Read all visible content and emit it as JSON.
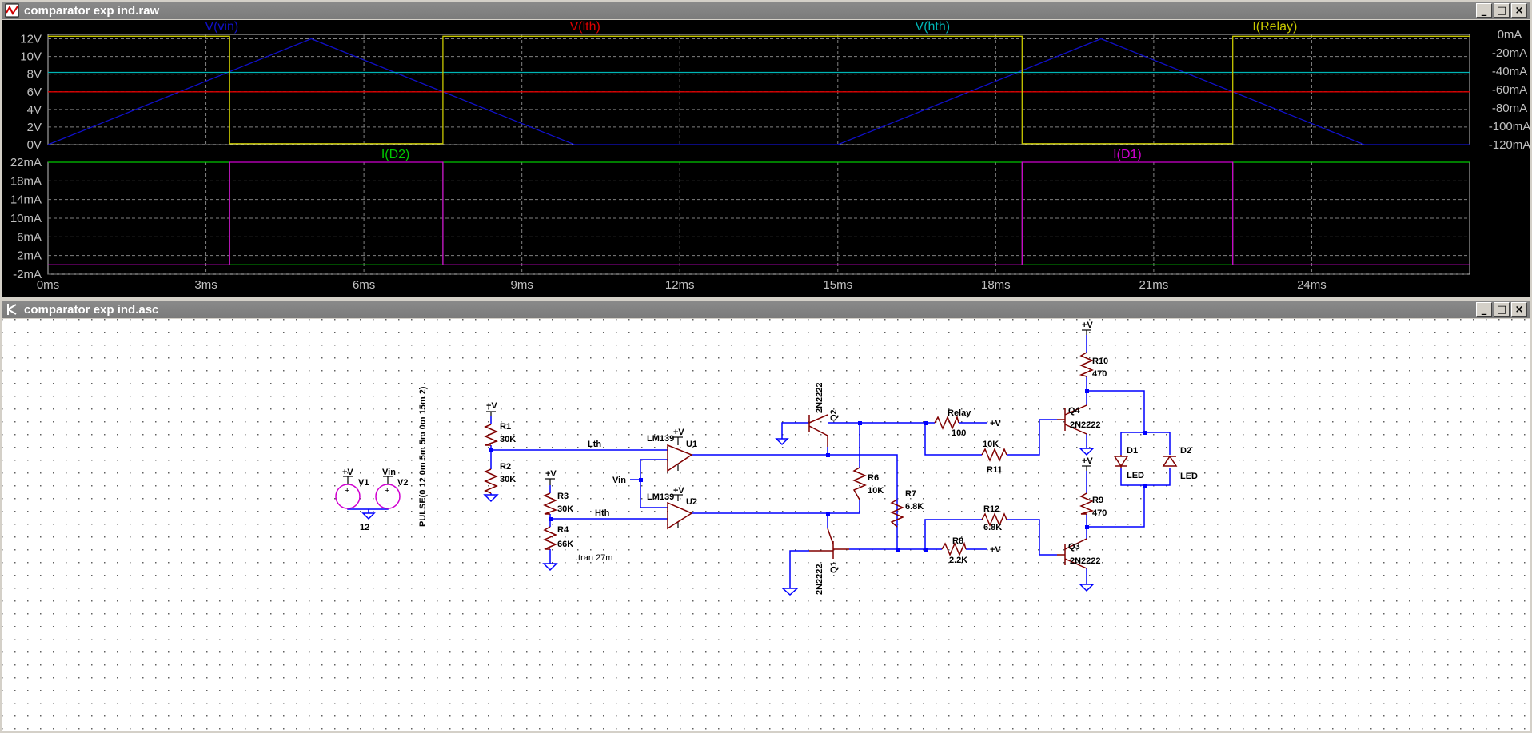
{
  "waveform_window": {
    "title": "comparator exp ind.raw",
    "minimize_label": "_",
    "restore_label": "□",
    "close_label": "×"
  },
  "schematic_window": {
    "title": "comparator exp ind.asc",
    "minimize_label": "_",
    "restore_label": "□",
    "close_label": "×"
  },
  "colors": {
    "vin": "#1010c8",
    "lth": "#e00000",
    "hth": "#00b4b4",
    "relay": "#c8c800",
    "d2": "#00c800",
    "d1": "#d000d0",
    "wire": "#0000ff",
    "component": "#800000",
    "text": "#000000"
  },
  "chart_data": [
    {
      "type": "line",
      "pane": "top",
      "x_range_ms": [
        0,
        27
      ],
      "x_ticks": [
        "0ms",
        "3ms",
        "6ms",
        "9ms",
        "12ms",
        "15ms",
        "18ms",
        "21ms",
        "24ms"
      ],
      "x_tick_values": [
        0,
        3,
        6,
        9,
        12,
        15,
        18,
        21,
        24
      ],
      "ylim": [
        0,
        12.5
      ],
      "y_left_ticks": [
        "0V",
        "2V",
        "4V",
        "6V",
        "8V",
        "10V",
        "12V"
      ],
      "y_left_values": [
        0,
        2,
        4,
        6,
        8,
        10,
        12
      ],
      "y2lim": [
        -120,
        0
      ],
      "y_right_ticks": [
        "-120mA",
        "-100mA",
        "-80mA",
        "-60mA",
        "-40mA",
        "-20mA",
        "0mA"
      ],
      "y_right_values": [
        -120,
        -100,
        -80,
        -60,
        -40,
        -20,
        0
      ],
      "grid": true,
      "series": [
        {
          "name": "V(vin)",
          "axis": "left",
          "color_key": "vin",
          "x": [
            0,
            5,
            10,
            15,
            20,
            25,
            27
          ],
          "y": [
            0,
            12,
            0,
            0,
            12,
            0,
            0
          ]
        },
        {
          "name": "V(lth)",
          "axis": "left",
          "color_key": "lth",
          "x": [
            0,
            27
          ],
          "y": [
            6,
            6
          ]
        },
        {
          "name": "V(hth)",
          "axis": "left",
          "color_key": "hth",
          "x": [
            0,
            27
          ],
          "y": [
            8.2,
            8.2
          ]
        },
        {
          "name": "I(Relay)",
          "axis": "right",
          "color_key": "relay",
          "x": [
            0,
            3.45,
            3.45,
            7.5,
            7.5,
            18.5,
            18.5,
            22.5,
            22.5,
            27
          ],
          "y": [
            -2,
            -2,
            -119,
            -119,
            -2,
            -2,
            -119,
            -119,
            -2,
            -2
          ]
        }
      ]
    },
    {
      "type": "line",
      "pane": "bottom",
      "x_range_ms": [
        0,
        27
      ],
      "x_ticks": [
        "0ms",
        "3ms",
        "6ms",
        "9ms",
        "12ms",
        "15ms",
        "18ms",
        "21ms",
        "24ms"
      ],
      "x_tick_values": [
        0,
        3,
        6,
        9,
        12,
        15,
        18,
        21,
        24
      ],
      "ylim": [
        -2,
        22
      ],
      "y_left_ticks": [
        "-2mA",
        "2mA",
        "6mA",
        "10mA",
        "14mA",
        "18mA",
        "22mA"
      ],
      "y_left_values": [
        -2,
        2,
        6,
        10,
        14,
        18,
        22
      ],
      "grid": true,
      "series": [
        {
          "name": "I(D2)",
          "color_key": "d2",
          "x": [
            0,
            3.45,
            3.45,
            7.5,
            7.5,
            18.5,
            18.5,
            22.5,
            22.5,
            27
          ],
          "y": [
            22,
            22,
            0,
            0,
            22,
            22,
            0,
            0,
            22,
            22
          ]
        },
        {
          "name": "I(D1)",
          "color_key": "d1",
          "x": [
            0,
            3.45,
            3.45,
            7.5,
            7.5,
            18.5,
            18.5,
            22.5,
            22.5,
            27
          ],
          "y": [
            0,
            0,
            22,
            22,
            0,
            0,
            22,
            22,
            0,
            0
          ]
        }
      ]
    }
  ],
  "schematic": {
    "supplies": [
      {
        "name": "V1",
        "value": "12",
        "top_net": "+V"
      },
      {
        "name": "V2",
        "value": "",
        "top_net": "Vin"
      }
    ],
    "pulse_directive": "PULSE(0 12 0m 5m 5m 0m 15m 2)",
    "tran_directive": ".tran 27m",
    "net_labels": {
      "plus_v": "+V",
      "vin": "Vin",
      "lth": "Lth",
      "hth": "Hth"
    },
    "resistors": [
      {
        "name": "R1",
        "value": "30K"
      },
      {
        "name": "R2",
        "value": "30K"
      },
      {
        "name": "R3",
        "value": "30K"
      },
      {
        "name": "R4",
        "value": "66K"
      },
      {
        "name": "R6",
        "value": "10K"
      },
      {
        "name": "R7",
        "value": "6.8K"
      },
      {
        "name": "R8",
        "value": "2.2K"
      },
      {
        "name": "R9",
        "value": "470"
      },
      {
        "name": "R10",
        "value": "470"
      },
      {
        "name": "R11",
        "value": "10K"
      },
      {
        "name": "R12",
        "value": "6.8K"
      },
      {
        "name": "Relay",
        "value": "100"
      }
    ],
    "comparators": [
      {
        "name": "U1",
        "model": "LM139"
      },
      {
        "name": "U2",
        "model": "LM139"
      }
    ],
    "transistors": [
      {
        "name": "Q1",
        "model": "2N2222"
      },
      {
        "name": "Q2",
        "model": "2N2222"
      },
      {
        "name": "Q3",
        "model": "2N2222"
      },
      {
        "name": "Q4",
        "model": "2N2222"
      }
    ],
    "diodes": [
      {
        "name": "D1",
        "model": "LED"
      },
      {
        "name": "D2",
        "model": "LED"
      }
    ]
  }
}
